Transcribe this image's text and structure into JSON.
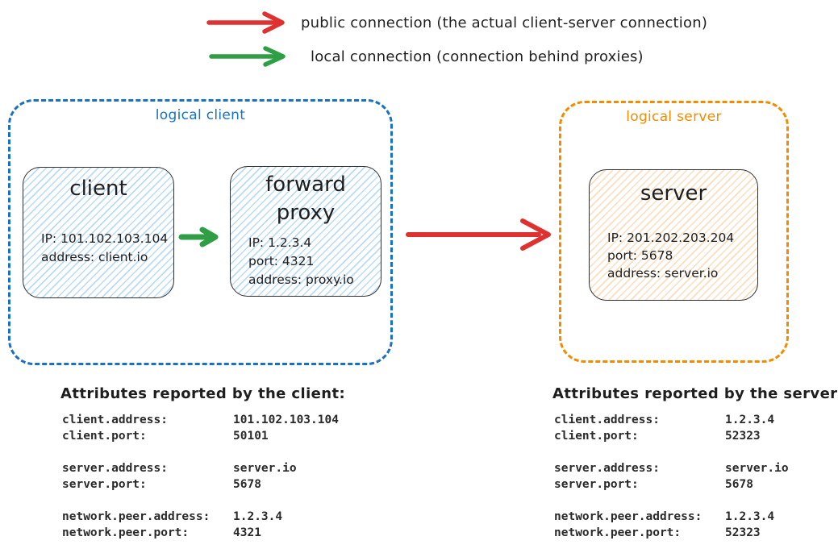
{
  "legend": {
    "items": [
      {
        "icon": "red-right-arrow",
        "color": "#e03131",
        "label": "public connection (the actual client-server connection)"
      },
      {
        "icon": "green-right-arrow",
        "color": "#2f9e44",
        "label": "local connection (connection behind proxies)"
      }
    ]
  },
  "groups": {
    "logical_client": {
      "label": "logical client",
      "color": "#1971c2"
    },
    "logical_server": {
      "label": "logical server",
      "color": "#f08c00"
    }
  },
  "nodes": {
    "client": {
      "title": "client",
      "fill_hachure_color": "#a5d8ff",
      "lines": [
        "IP: 101.102.103.104",
        "address: client.io"
      ]
    },
    "forward_proxy": {
      "title_line1": "forward",
      "title_line2": "proxy",
      "fill_hachure_color": "#a5d8ff",
      "lines": [
        "IP: 1.2.3.4",
        "port: 4321",
        "address: proxy.io"
      ]
    },
    "server": {
      "title": "server",
      "fill_hachure_color": "#ffd8a8",
      "lines": [
        "IP: 201.202.203.204",
        "port: 5678",
        "address: server.io"
      ]
    }
  },
  "connections": {
    "local": {
      "color": "#2f9e44"
    },
    "public": {
      "color": "#e03131"
    }
  },
  "attributes_client": {
    "heading": "Attributes reported by the client:",
    "groups": [
      {
        "rows": [
          {
            "key": "client.address:",
            "value": "101.102.103.104"
          },
          {
            "key": "client.port:",
            "value": "50101"
          }
        ]
      },
      {
        "rows": [
          {
            "key": "server.address:",
            "value": "server.io"
          },
          {
            "key": "server.port:",
            "value": "5678"
          }
        ]
      },
      {
        "rows": [
          {
            "key": "network.peer.address:",
            "value": "1.2.3.4"
          },
          {
            "key": "network.peer.port:",
            "value": "4321"
          }
        ]
      }
    ]
  },
  "attributes_server": {
    "heading": "Attributes reported by the server:",
    "groups": [
      {
        "rows": [
          {
            "key": "client.address:",
            "value": "1.2.3.4"
          },
          {
            "key": "client.port:",
            "value": "52323"
          }
        ]
      },
      {
        "rows": [
          {
            "key": "server.address:",
            "value": "server.io"
          },
          {
            "key": "server.port:",
            "value": "5678"
          }
        ]
      },
      {
        "rows": [
          {
            "key": "network.peer.address:",
            "value": "1.2.3.4"
          },
          {
            "key": "network.peer.port:",
            "value": "52323"
          }
        ]
      }
    ]
  }
}
